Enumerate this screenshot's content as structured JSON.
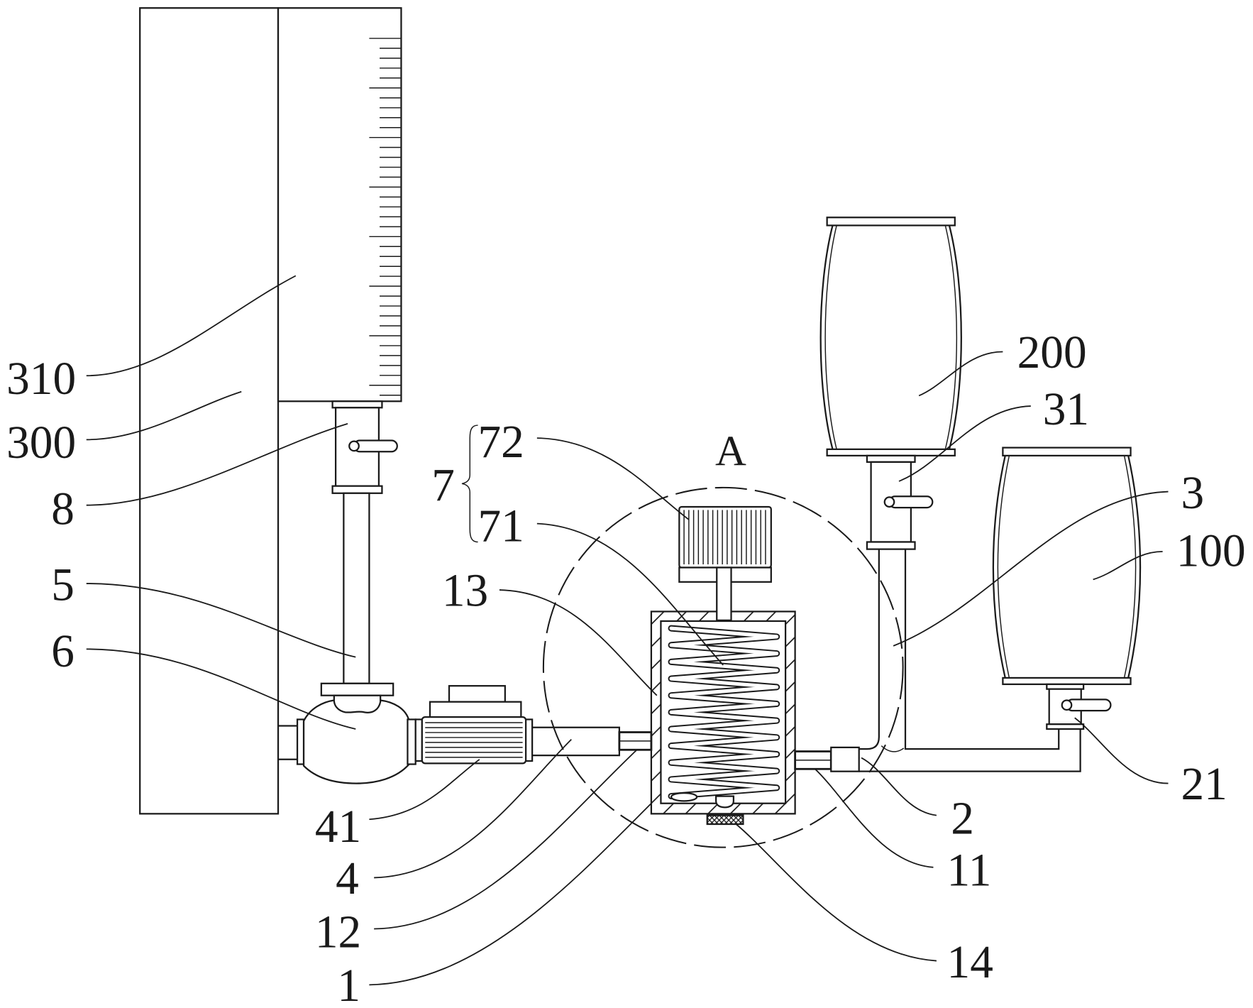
{
  "figure": {
    "detail_marker": "A",
    "labels": {
      "r310": "310",
      "r300": "300",
      "r8": "8",
      "r5": "5",
      "r6": "6",
      "r41": "41",
      "r4": "4",
      "r12": "12",
      "r1": "1",
      "r7": "7",
      "r72": "72",
      "r71": "71",
      "r13": "13",
      "r200": "200",
      "r31": "31",
      "r3": "3",
      "r100": "100",
      "r21": "21",
      "r2": "2",
      "r11": "11",
      "r14": "14"
    }
  },
  "colors": {
    "line": "#1a1a1a",
    "background": "#ffffff"
  }
}
